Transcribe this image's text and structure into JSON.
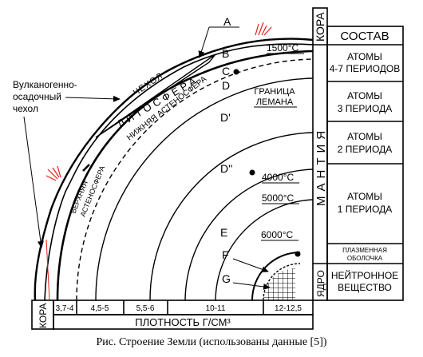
{
  "caption": "Рис. Строение Земли (использованы данные [5])",
  "layer_letters": {
    "a": "A",
    "b": "B",
    "c": "C",
    "d": "D",
    "d1": "D'",
    "d2": "D''",
    "e": "E",
    "f": "F",
    "g": "G"
  },
  "labels": {
    "volcanic_sedimentary_cover": [
      "Вулканогенно-",
      "осадочный",
      "чехол"
    ],
    "cover": "ЧЕХОЛ",
    "lithosphere": "ЛИТОСФЕРА",
    "upper_asthenosphere": [
      "ВЕРХНЯЯ",
      "АСТЕНОСФЕРА"
    ],
    "lower_asthenosphere": "НИЖНЯЯ АСТЕНОСФЕРА",
    "lehmann_boundary": [
      "ГРАНИЦА",
      "ЛЕМАНА"
    ]
  },
  "temperatures": {
    "t1500": "1500°С",
    "t4000": "4000°С",
    "t5000": "5000°С",
    "t6000": "6000°С"
  },
  "right_panel": {
    "crust_label": "КОРА",
    "mantle_label": "МАНТИЯ",
    "core_label": "ЯДРО",
    "composition_header": "СОСТАВ",
    "rows": [
      [
        "АТОМЫ",
        "4-7 ПЕРИОДОВ"
      ],
      [
        "АТОМЫ",
        "3 ПЕРИОДА"
      ],
      [
        "АТОМЫ",
        "2 ПЕРИОДА"
      ],
      [
        "АТОМЫ",
        "1 ПЕРИОДА"
      ]
    ],
    "plasma_shell": [
      "ПЛАЗМЕННАЯ",
      "ОБОЛОЧКА"
    ],
    "neutron_matter": [
      "НЕЙТРОННОЕ",
      "ВЕЩЕСТВО"
    ]
  },
  "bottom_panel": {
    "crust_label": "КОРА",
    "density_label": "ПЛОТНОСТЬ Г/СМ³",
    "density_ranges": [
      "3,7-4",
      "4,5-5",
      "5,5-6",
      "10-11",
      "12-12,5"
    ]
  }
}
